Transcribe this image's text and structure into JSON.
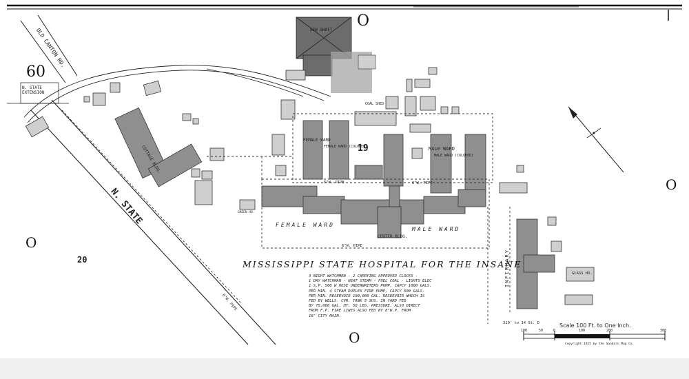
{
  "map": {
    "sheet_labels": {
      "block_60": "60",
      "block_19": "19",
      "block_20": "20",
      "zero_top": "O",
      "zero_right": "O",
      "zero_left": "O",
      "zero_bottom": "O"
    },
    "streets": {
      "old_canton_rd": "OLD CANTON RD.",
      "n_state_extension": "N. STATE EXTENSION",
      "n_state": "N. STATE"
    },
    "title": "MISSISSIPPI STATE HOSPITAL FOR THE INSANE",
    "buildings": {
      "sew_shaft": "SEW SHAFT",
      "female_ward": "FEMALE WARD",
      "female_ward_colored": "FEMALE WARD (COLORED)",
      "male_ward": "MALE WARD",
      "male_ward_colored": "MALE WARD (COLORED)",
      "female_ward_wing": "FEMALE WARD",
      "male_ward_wing": "MALE WARD",
      "center_bldg": "CENTER BLDG.",
      "cottage_bldg": "COTTAGE BLDG.",
      "infirmary": "INFIRMARY",
      "glass_ho": "GLASS HO.",
      "coal_shed": "COAL SHED",
      "green_ho": "GREEN HO."
    },
    "pipes": {
      "pipe_6_a": "6\"W. PIPE",
      "pipe_6_b": "6\"W. PIPE",
      "pipe_6_c": "6\"W. PIPE",
      "pipe_6_d": "6\"W. PIPE"
    },
    "notes": [
      "3 NIGHT WATCHMEN - 2 CARRYING APPROVED CLOCKS -",
      "1 DAY WATCHMAN - HEAT STEAM - FUEL COAL - LIGHTS ELEC",
      "1 S.P. 500 W HOSE UNDERWRITERS PUMP, CAPCY 1000 GALS.",
      "PER MIN. 4 STEAM DUPLEX FIRE PUMP, CAPCY 500 GALS.",
      "PER MIN. RESERVOIR 100,000 GAL. RESERVOIR WHICH IS",
      "FED BY WELLS. CVR. TANK 5 SUS. IN YARD FED",
      "BY 75,000 GAL. HT. 50 LBS. PRESSURE. ALSO DIRECT",
      "FROM F.P. FIRE LINES ALSO FED BY 8\"W.P. FROM",
      "16\" CITY MAIN."
    ],
    "scale_label": "Scale 100 Ft. to One Inch.",
    "scale_ticks": [
      "100",
      "50",
      "0",
      "100",
      "200",
      "300"
    ],
    "copyright": "Copyright 1925 by the Sanborn Map Co.",
    "distance_note": "310' to 14 St. D"
  }
}
